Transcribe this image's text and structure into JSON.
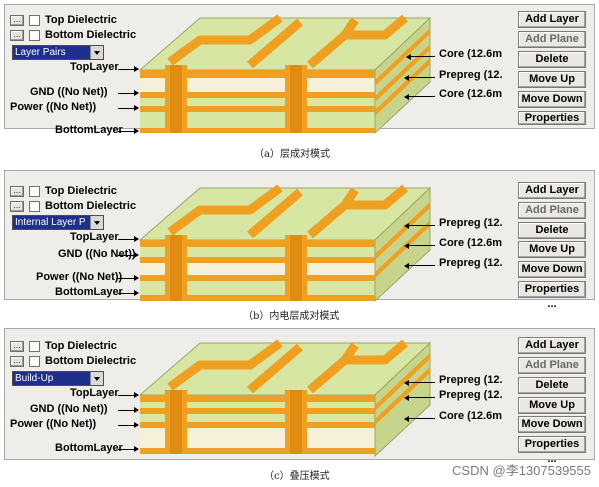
{
  "panels": [
    {
      "top_dielectric": "Top Dielectric",
      "bottom_dielectric": "Bottom Dielectric",
      "mode": "Layer Pairs",
      "layers": [
        "TopLayer",
        "GND ((No Net))",
        "Power ((No Net))",
        "BottomLayer"
      ],
      "right_labels": [
        "Core (12.6m",
        "Prepreg (12.",
        "Core (12.6m"
      ],
      "buttons": [
        "Add Layer",
        "Add Plane",
        "Delete",
        "Move Up",
        "Move Down",
        "Properties"
      ],
      "caption": "（a）层成对模式"
    },
    {
      "top_dielectric": "Top Dielectric",
      "bottom_dielectric": "Bottom Dielectric",
      "mode": "Internal Layer P",
      "layers": [
        "TopLayer",
        "GND ((No Net))",
        "Power ((No Net))",
        "BottomLayer"
      ],
      "right_labels": [
        "Prepreg (12.",
        "Core (12.6m",
        "Prepreg (12."
      ],
      "buttons": [
        "Add Layer",
        "Add Plane",
        "Delete",
        "Move Up",
        "Move Down",
        "Properties ..."
      ],
      "caption": "（b）内电层成对模式"
    },
    {
      "top_dielectric": "Top Dielectric",
      "bottom_dielectric": "Bottom Dielectric",
      "mode": "Build-Up",
      "layers": [
        "TopLayer",
        "GND ((No Net))",
        "Power ((No Net))",
        "BottomLayer"
      ],
      "right_labels": [
        "Prepreg (12.",
        "Prepreg (12.",
        "Core (12.6m"
      ],
      "buttons": [
        "Add Layer",
        "Add Plane",
        "Delete",
        "Move Up",
        "Move Down",
        "Properties ..."
      ],
      "caption": "（c）叠压模式"
    }
  ],
  "watermark": "CSDN @李1307539555",
  "colors": {
    "board_green": "#d8e6a3",
    "copper": "#f0a021",
    "combo_blue": "#1f2f8c"
  }
}
